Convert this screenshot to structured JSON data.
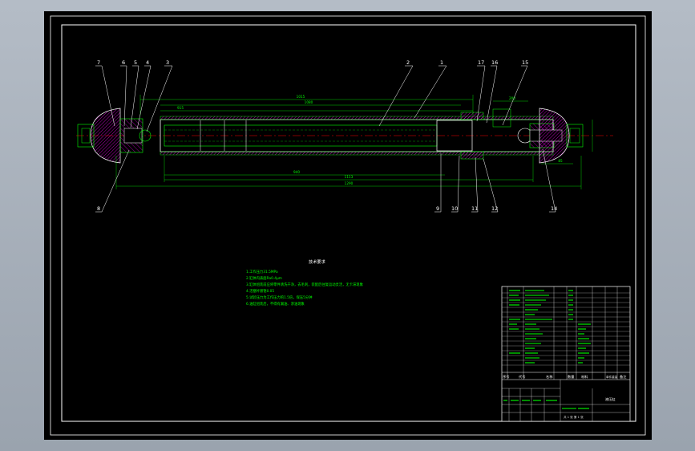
{
  "part_labels": {
    "top": [
      "7",
      "6",
      "5",
      "4",
      "3",
      "2",
      "1",
      "17",
      "16",
      "15"
    ],
    "bottom": [
      "8",
      "9",
      "10",
      "11",
      "12",
      "14"
    ]
  },
  "dimensions": {
    "overall": "1290",
    "upper_1": "1015",
    "upper_2": "1080",
    "upper_3": "915",
    "lower_1": "940",
    "lower_2": "1113",
    "right_1": "200",
    "right_2": "85"
  },
  "notes": {
    "title": "技术要求",
    "items": [
      "1.工作压力31.5MPa",
      "2.缸体内表面Ra0.4μm",
      "3.缸体组装前应将零件清洗干净，去毛刺，装配后往复运动灵活，无卡滞现象",
      "4.活塞杆镀铬0.05",
      "5.试验压力为工作压力的1.5倍，保压5分钟",
      "6.油缸组装后，不得有漏油、渗油现象"
    ]
  },
  "title_block": {
    "header": {
      "seq": "序号",
      "code": "代号",
      "name": "名称",
      "qty": "数量",
      "material": "材料",
      "weight": "单件重量",
      "note": "备注"
    },
    "drawing_title": "液压缸",
    "sheet_info": "共 1 张  第 1 张"
  },
  "colors": {
    "background": "#000000",
    "outline": "#ffffff",
    "geometry": "#00ff00",
    "hatching": "#ff00ff",
    "centerline": "#ff0000",
    "callouts": "#ffffff"
  }
}
